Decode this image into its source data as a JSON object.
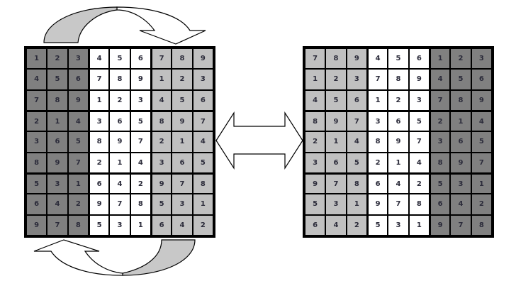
{
  "title": "Sudoku grid column-band swap",
  "colors": {
    "dark_band": "#808080",
    "light_band": "#c0c0c0",
    "white_band": "#ffffff",
    "arrow_fill_gray": "#c8c8c8",
    "arrow_fill_white": "#ffffff",
    "line": "#000000"
  },
  "left_grid": {
    "band_shading": [
      "dark",
      "white",
      "light"
    ],
    "rows": [
      [
        1,
        2,
        3,
        4,
        5,
        6,
        7,
        8,
        9
      ],
      [
        4,
        5,
        6,
        7,
        8,
        9,
        1,
        2,
        3
      ],
      [
        7,
        8,
        9,
        1,
        2,
        3,
        4,
        5,
        6
      ],
      [
        2,
        1,
        4,
        3,
        6,
        5,
        8,
        9,
        7
      ],
      [
        3,
        6,
        5,
        8,
        9,
        7,
        2,
        1,
        4
      ],
      [
        8,
        9,
        7,
        2,
        1,
        4,
        3,
        6,
        5
      ],
      [
        5,
        3,
        1,
        6,
        4,
        2,
        9,
        7,
        8
      ],
      [
        6,
        4,
        2,
        9,
        7,
        8,
        5,
        3,
        1
      ],
      [
        9,
        7,
        8,
        5,
        3,
        1,
        6,
        4,
        2
      ]
    ]
  },
  "right_grid": {
    "band_shading": [
      "light",
      "white",
      "dark"
    ],
    "rows": [
      [
        7,
        8,
        9,
        4,
        5,
        6,
        1,
        2,
        3
      ],
      [
        1,
        2,
        3,
        7,
        8,
        9,
        4,
        5,
        6
      ],
      [
        4,
        5,
        6,
        1,
        2,
        3,
        7,
        8,
        9
      ],
      [
        8,
        9,
        7,
        3,
        6,
        5,
        2,
        1,
        4
      ],
      [
        2,
        1,
        4,
        8,
        9,
        7,
        3,
        6,
        5
      ],
      [
        3,
        6,
        5,
        2,
        1,
        4,
        8,
        9,
        7
      ],
      [
        9,
        7,
        8,
        6,
        4,
        2,
        5,
        3,
        1
      ],
      [
        5,
        3,
        1,
        9,
        7,
        8,
        6,
        4,
        2
      ],
      [
        6,
        4,
        2,
        5,
        3,
        1,
        9,
        7,
        8
      ]
    ]
  },
  "arrows": {
    "top": "curved-arrow-left-band-to-right-band",
    "bottom": "curved-arrow-right-band-to-left-band",
    "middle": "double-headed-arrow-equivalence"
  }
}
